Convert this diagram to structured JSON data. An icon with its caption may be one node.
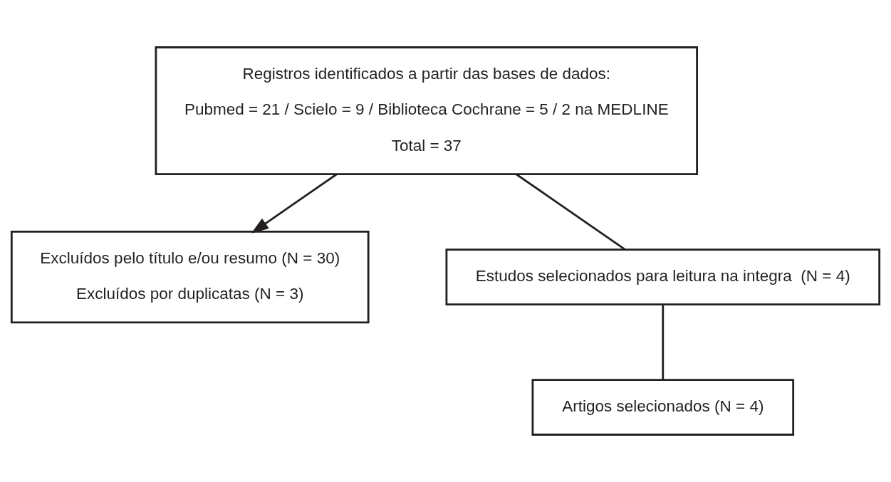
{
  "diagram": {
    "nodes": [
      {
        "text": [
          "Registros identificados a partir das bases de dados:",
          "Pubmed = 21 / Scielo = 9 / Biblioteca Cochrane = 5 / 2 na MEDLINE",
          "Total = 37"
        ]
      },
      {
        "text": [
          "Excluídos pelo título e/ou resumo (N = 30)",
          "Excluídos por duplicatas (N = 3)"
        ]
      },
      {
        "text": [
          "Estudos selecionados para leitura na integra  (N = 4)"
        ]
      },
      {
        "text": [
          "Artigos selecionados (N = 4)"
        ]
      }
    ],
    "edges": [
      {
        "from": 0,
        "to": 2,
        "arrow": "none"
      },
      {
        "from": 0,
        "to": 1,
        "arrow": "to"
      },
      {
        "from": 2,
        "to": 3,
        "arrow": "none"
      }
    ]
  }
}
